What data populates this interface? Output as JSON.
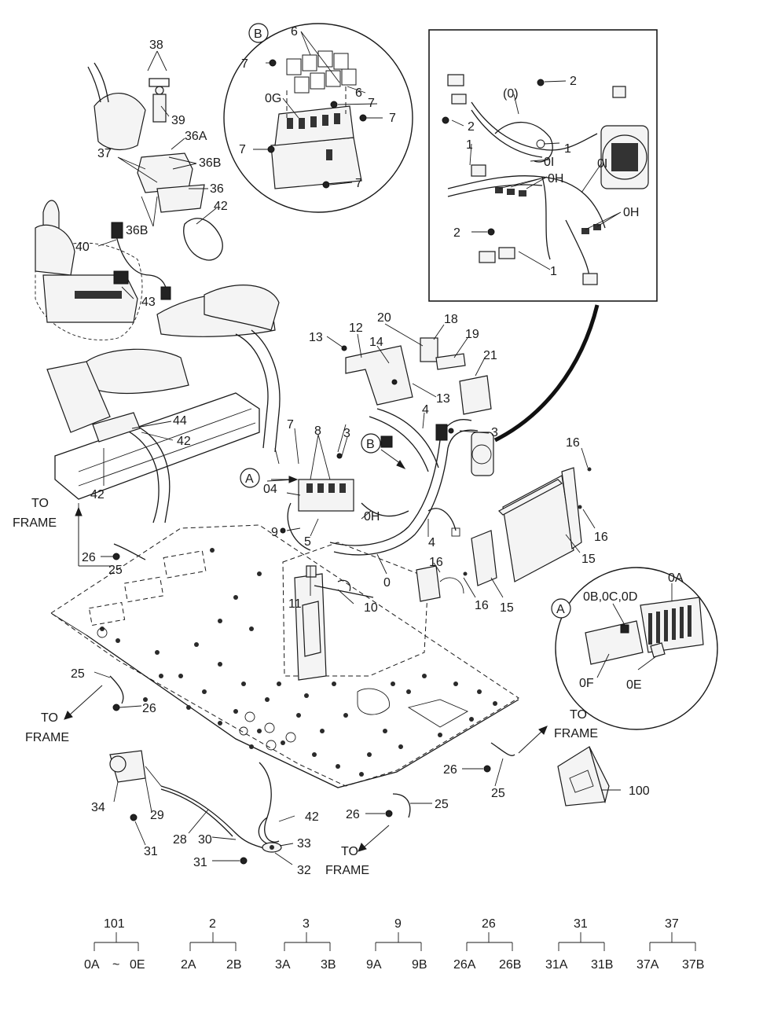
{
  "callouts": {
    "c38": "38",
    "c39": "39",
    "c36A": "36A",
    "c37": "37",
    "c36B1": "36B",
    "c36": "36",
    "c36B2": "36B",
    "c42a": "42",
    "c40": "40",
    "c43": "43",
    "c44": "44",
    "c42b": "42",
    "c42c": "42",
    "c13a": "13",
    "c12": "12",
    "c14": "14",
    "c20": "20",
    "c18": "18",
    "c19": "19",
    "c21": "21",
    "c13b": "13",
    "c4a": "4",
    "c3a": "3",
    "c3b": "3",
    "c7": "7",
    "c8": "8",
    "c04": "04",
    "c9": "9",
    "c5": "5",
    "c0H": "0H",
    "c4b": "4",
    "c0": "0",
    "c16a": "16",
    "c16b": "16",
    "c15a": "15",
    "c16c": "16",
    "c16d": "16",
    "c15b": "15",
    "c11": "11",
    "c10": "10",
    "c26a": "26",
    "c25a": "25",
    "c25b": "25",
    "c26b": "26",
    "c34": "34",
    "c29": "29",
    "c28": "28",
    "c31a": "31",
    "c30": "30",
    "c31b": "31",
    "c42d": "42",
    "c33": "33",
    "c32": "32",
    "c26c": "26",
    "c25c": "25",
    "c26d": "26",
    "c25d": "25",
    "c100": "100"
  },
  "detailB": {
    "letter": "B",
    "labels": {
      "l6a": "6",
      "l7a": "7",
      "l6b": "6",
      "l0G": "0G",
      "l7b": "7",
      "l7c": "7",
      "l7d": "7",
      "l7e": "7"
    }
  },
  "detailBox": {
    "labels": {
      "b2a": "2",
      "b0": "(0)",
      "b2b": "2",
      "b1a": "1",
      "b1b": "1",
      "b0I1": "0I",
      "b0H1": "0H",
      "b0I2": "0I",
      "b0H2": "0H",
      "b2c": "2",
      "b1c": "1"
    }
  },
  "detailA": {
    "letter": "A",
    "labels": {
      "a0BCD": "0B,0C,0D",
      "a0A": "0A",
      "a0F": "0F",
      "a0E": "0E"
    }
  },
  "markers": {
    "mA": "A",
    "mB": "B"
  },
  "directions": {
    "toFrame1": [
      "TO",
      "FRAME"
    ],
    "toFrame2": [
      "TO",
      "FRAME"
    ],
    "toFrame3": [
      "TO",
      "FRAME"
    ],
    "toFrame4": [
      "TO",
      "FRAME"
    ]
  },
  "legend": [
    {
      "parent": "101",
      "left": "0A",
      "sep": "~",
      "right": "0E"
    },
    {
      "parent": "2",
      "left": "2A",
      "sep": "",
      "right": "2B"
    },
    {
      "parent": "3",
      "left": "3A",
      "sep": "",
      "right": "3B"
    },
    {
      "parent": "9",
      "left": "9A",
      "sep": "",
      "right": "9B"
    },
    {
      "parent": "26",
      "left": "26A",
      "sep": "",
      "right": "26B"
    },
    {
      "parent": "31",
      "left": "31A",
      "sep": "",
      "right": "31B"
    },
    {
      "parent": "37",
      "left": "37A",
      "sep": "",
      "right": "37B"
    }
  ]
}
